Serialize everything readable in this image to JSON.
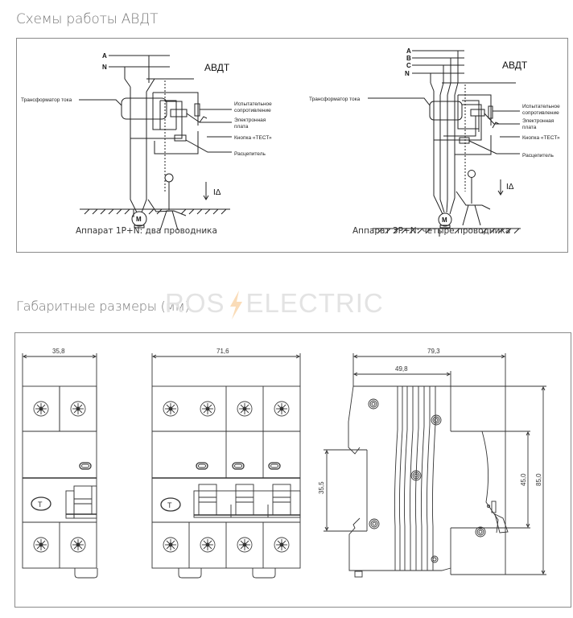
{
  "sections": {
    "schemes_title": "Схемы работы АВДТ",
    "dimensions_title": "Габаритные размеры (мм)"
  },
  "watermark": {
    "left": "ROS",
    "right": "ELECTRIC",
    "bolt_color": "#f7c58a"
  },
  "schemes": {
    "left": {
      "device_label": "АВДТ",
      "bus_labels": [
        "A",
        "N"
      ],
      "callouts": {
        "transformer": "Трансформатор тока",
        "resistor_line1": "Испытательное",
        "resistor_line2": "сопротивление",
        "board_line1": "Электронная",
        "board_line2": "плата",
        "test_button": "Кнопка «ТЕСТ»",
        "release": "Расцепитель"
      },
      "motor_label": "M",
      "current_label": "IΔ",
      "caption": "Аппарат 1P+N: два проводника"
    },
    "right": {
      "device_label": "АВДТ",
      "bus_labels": [
        "A",
        "B",
        "C",
        "N"
      ],
      "callouts": {
        "transformer": "Трансформатор тока",
        "resistor_line1": "Испытательное",
        "resistor_line2": "сопротивление",
        "board_line1": "Электронная",
        "board_line2": "плата",
        "test_button": "Кнопка «ТЕСТ»",
        "release": "Расцепитель"
      },
      "motor_label": "M",
      "current_label": "IΔ",
      "caption": "Аппарат 3P+N: четыре проводника"
    }
  },
  "dimensions": {
    "front_2p_width": "35,8",
    "front_4p_width": "71,6",
    "side_total_depth": "79,3",
    "side_front_depth": "49,8",
    "din_rail": "35,5",
    "front_height": "45,0",
    "total_height": "85,0",
    "test_button_glyph": "T"
  }
}
